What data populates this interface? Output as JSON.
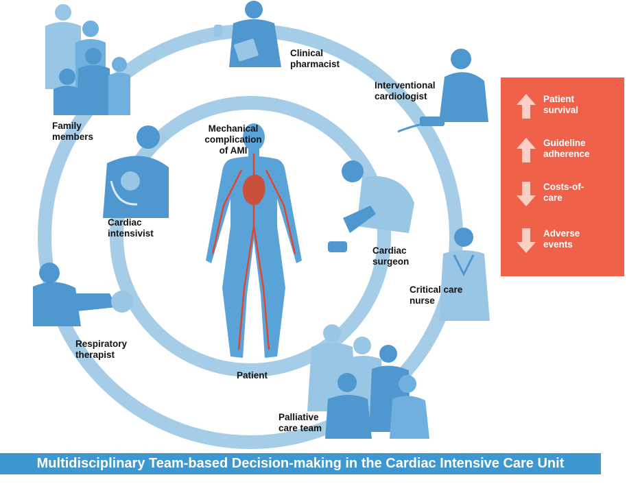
{
  "center": {
    "title": "Mechanical\ncomplication\nof AMI",
    "patient": "Patient"
  },
  "roles": {
    "family": "Family\nmembers",
    "pharmacist": "Clinical\npharmacist",
    "interventional": "Interventional\ncardiologist",
    "intensivist": "Cardiac\nintensivist",
    "surgeon": "Cardiac\nsurgeon",
    "nurse": "Critical care\nnurse",
    "respiratory": "Respiratory\ntherapist",
    "palliative": "Palliative\ncare team"
  },
  "outcomes": [
    {
      "label": "Patient\nsurvival",
      "direction": "up"
    },
    {
      "label": "Guideline\nadherence",
      "direction": "up"
    },
    {
      "label": "Costs-of-\ncare",
      "direction": "down"
    },
    {
      "label": "Adverse\nevents",
      "direction": "down"
    }
  ],
  "banner": "Multidisciplinary Team-based Decision-making in the Cardiac Intensive Care Unit",
  "colors": {
    "ring": "#a6cde8",
    "figure_dark": "#4f97cf",
    "figure_light": "#9ac6e6",
    "body": "#5aa3d8",
    "artery": "#e0462c",
    "panel": "#ef6249",
    "banner": "#3e97cf"
  }
}
